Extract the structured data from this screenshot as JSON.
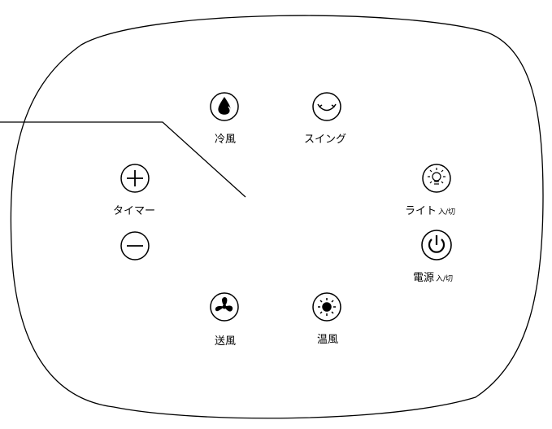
{
  "buttons": {
    "cool_air": {
      "label": "冷風",
      "icon": "water-drop-icon"
    },
    "swing": {
      "label": "スイング",
      "icon": "swing-arrows-icon"
    },
    "timer_up": {
      "icon": "plus-icon"
    },
    "timer": {
      "label": "タイマー"
    },
    "timer_down": {
      "icon": "minus-icon"
    },
    "light": {
      "label": "ライト",
      "suffix": "入/切",
      "icon": "light-bulb-icon"
    },
    "power": {
      "label": "電源",
      "suffix": "入/切",
      "icon": "power-icon"
    },
    "fan": {
      "label": "送風",
      "icon": "fan-icon"
    },
    "warm_air": {
      "label": "温風",
      "icon": "sun-icon"
    }
  },
  "colors": {
    "line": "#000000",
    "background": "#ffffff"
  }
}
